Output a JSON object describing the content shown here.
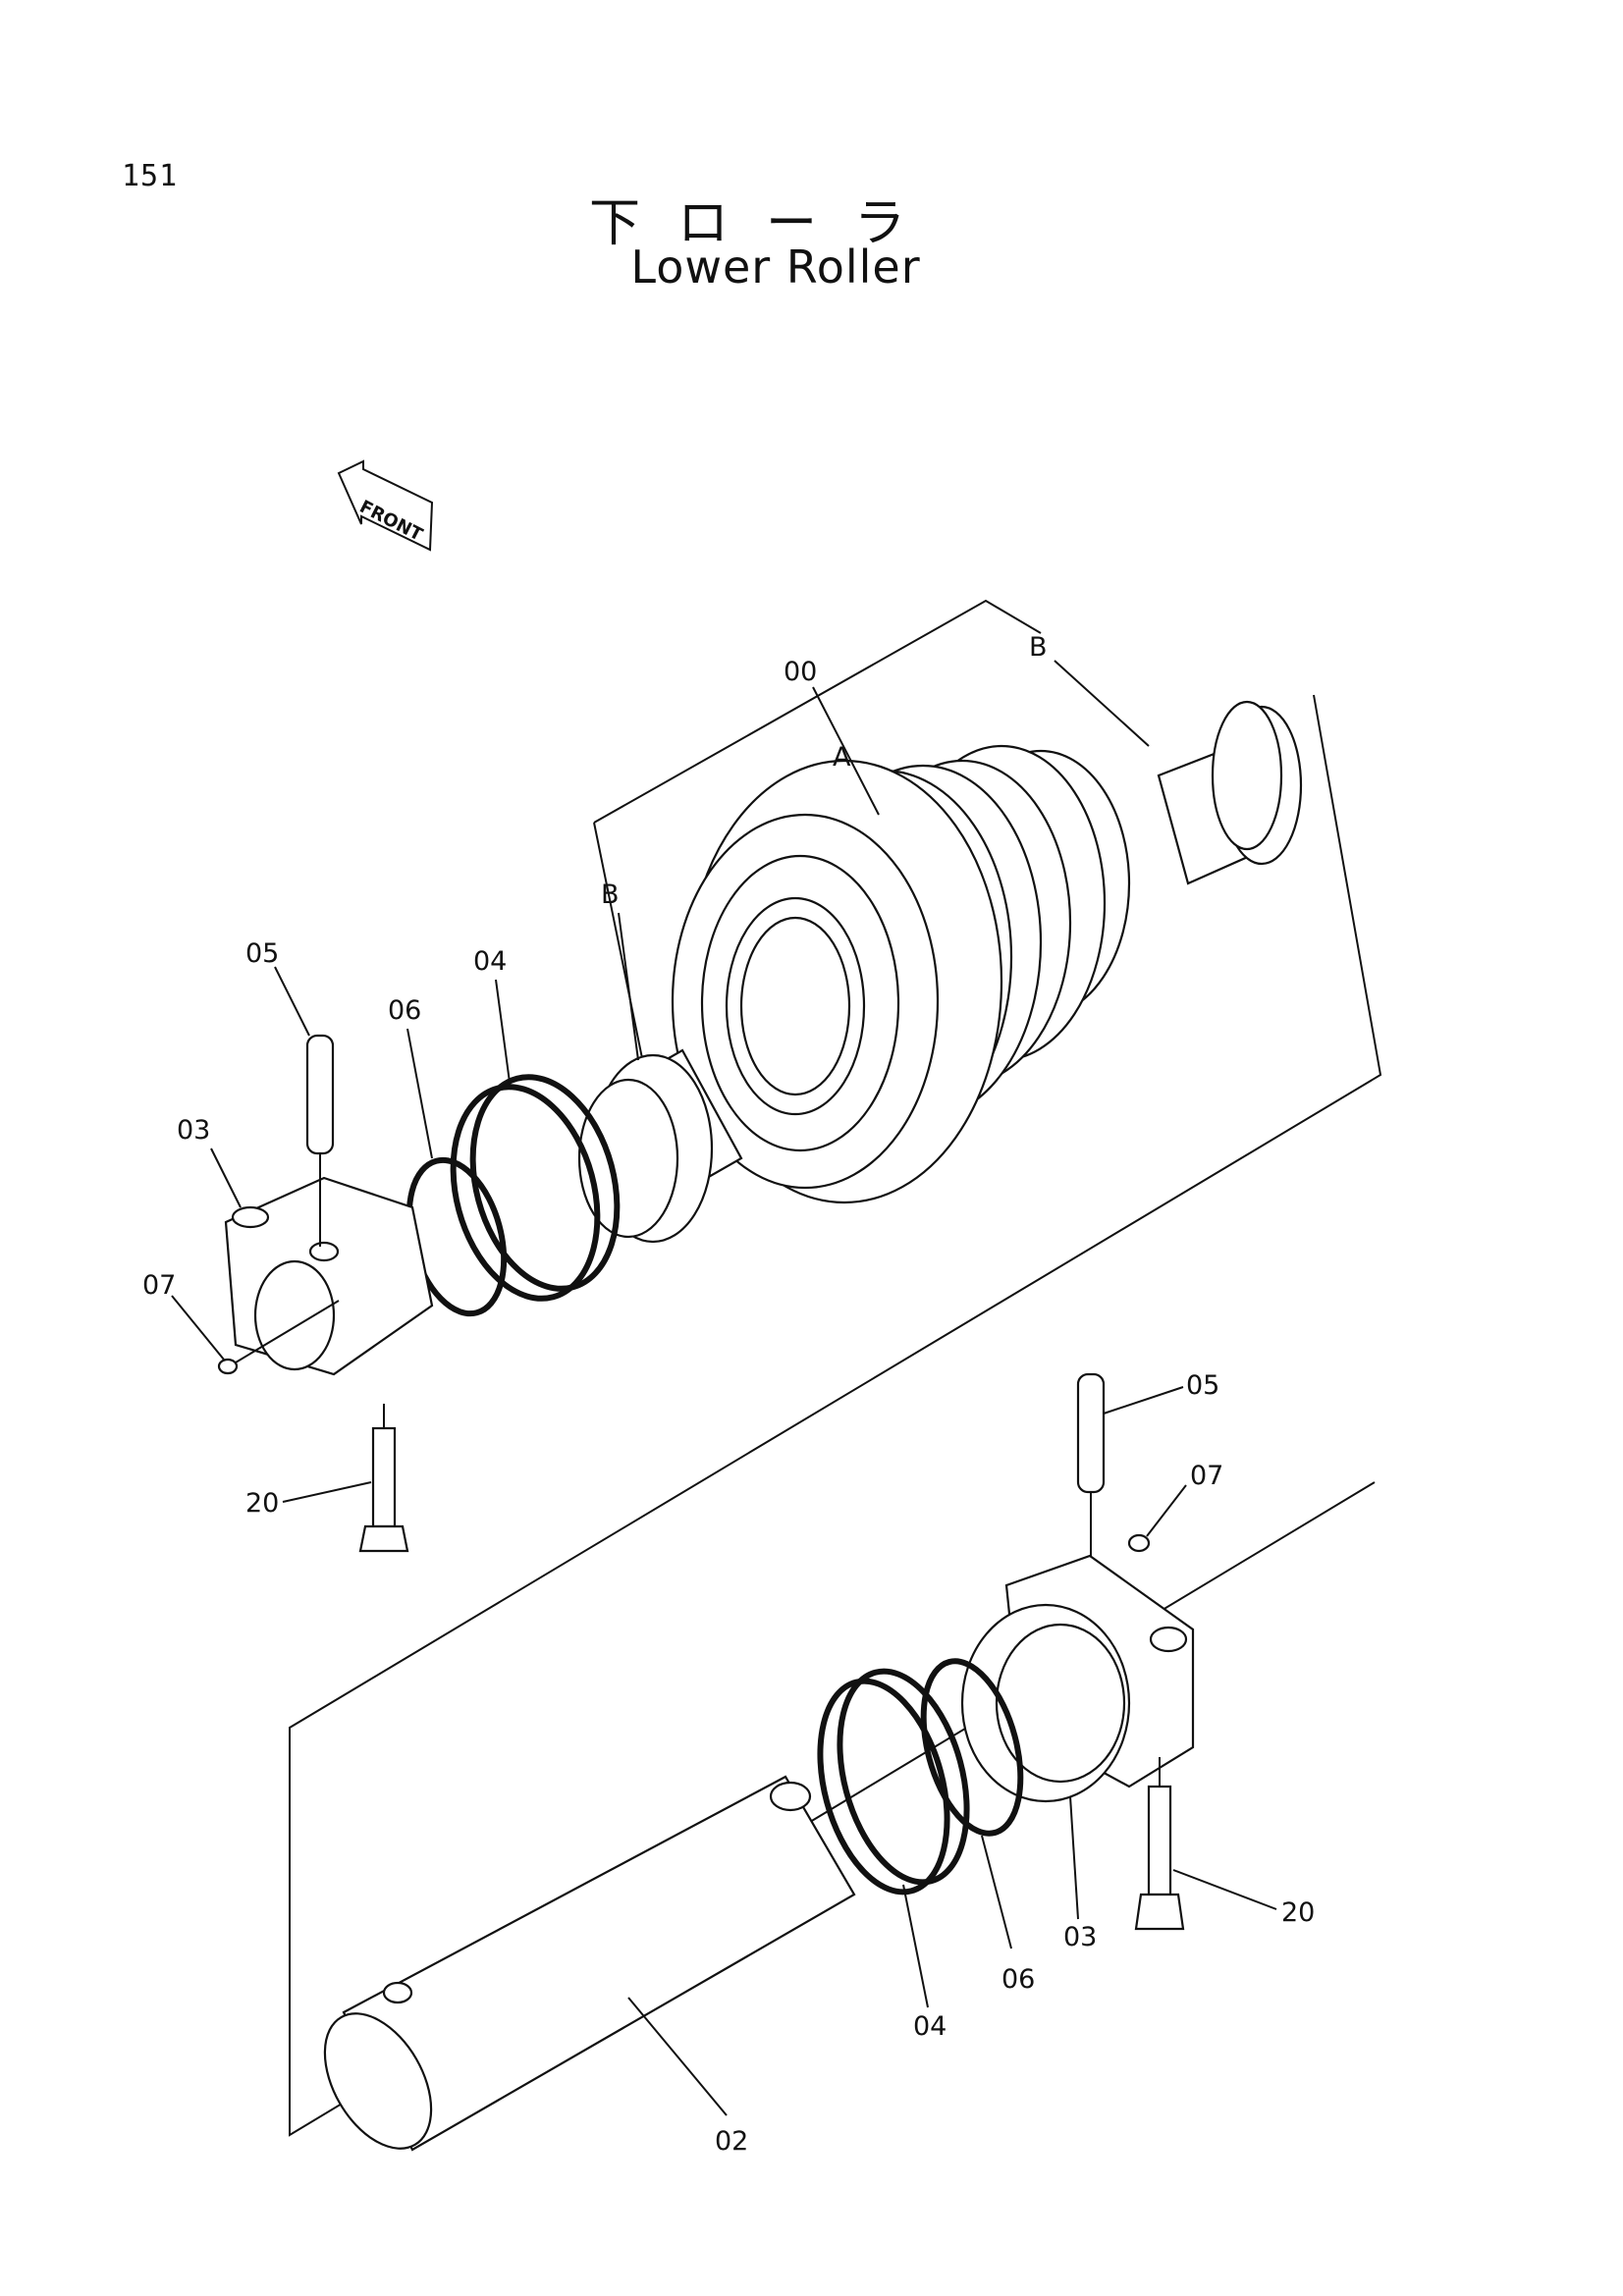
{
  "page_number": "151",
  "title_jp": "下ローラ",
  "title_en": "Lower Roller",
  "front_label": "FRONT",
  "callouts": {
    "c00": "00",
    "cA": "A",
    "cB_top": "B",
    "cB_left": "B",
    "c05_left": "05",
    "c04_left": "04",
    "c06_left": "06",
    "c03_left": "03",
    "c07_left": "07",
    "c20_left": "20",
    "c05_right": "05",
    "c07_right": "07",
    "c20_right": "20",
    "c03_right": "03",
    "c06_right": "06",
    "c04_right": "04",
    "c02": "02"
  }
}
